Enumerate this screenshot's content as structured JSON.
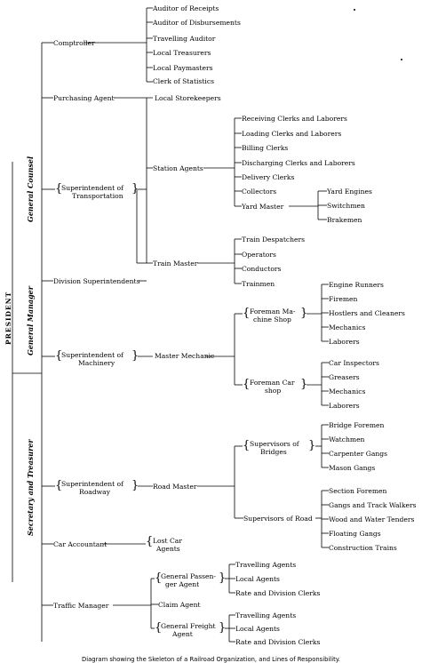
{
  "president": "PRESIDENT",
  "executives": {
    "general_counsel": "General Counsel",
    "general_manager": "General Manager",
    "secretary_treasurer": "Secretary and Treasurer"
  },
  "comptroller": {
    "label": "Comptroller",
    "children": [
      "Auditor of Receipts",
      "Auditor of Disbursements",
      "Travelling Auditor",
      "Local Treasurers",
      "Local Paymasters",
      "Clerk of Statistics"
    ]
  },
  "purchasing": {
    "label": "Purchasing Agent",
    "child": "Local Storekeepers"
  },
  "transportation": {
    "label_1": "Superintendent of",
    "label_2": "Transportation",
    "station_agents": "Station Agents",
    "station_children": [
      "Receiving Clerks and Laborers",
      "Loading Clerks and Laborers",
      "Billing Clerks",
      "Discharging Clerks and Laborers",
      "Delivery Clerks",
      "Collectors",
      "Yard Master"
    ],
    "yard_children": [
      "Yard Engines",
      "Switchmen",
      "Brakemen"
    ],
    "train_master": "Train Master",
    "train_children": [
      "Train Despatchers",
      "Operators",
      "Conductors",
      "Trainmen"
    ]
  },
  "division": "Division Superintendents",
  "machinery": {
    "label_1": "Superintendent of",
    "label_2": "Machinery",
    "master_mechanic": "Master Mechanic",
    "machine_shop_1": "Foreman Ma-",
    "machine_shop_2": "chine Shop",
    "machine_children": [
      "Engine Runners",
      "Firemen",
      "Hostlers and Cleaners",
      "Mechanics",
      "Laborers"
    ],
    "car_shop_1": "Foreman Car",
    "car_shop_2": "shop",
    "car_children": [
      "Car Inspectors",
      "Greasers",
      "Mechanics",
      "Laborers"
    ]
  },
  "roadway": {
    "label_1": "Superintendent of",
    "label_2": "Roadway",
    "road_master": "Road Master",
    "bridges_1": "Supervisors of",
    "bridges_2": "Bridges",
    "bridge_children": [
      "Bridge Foremen",
      "Watchmen",
      "Carpenter Gangs",
      "Mason Gangs"
    ],
    "supervisors_road": "Supervisors of Road",
    "road_children": [
      "Section Foremen",
      "Gangs and Track Walkers",
      "Wood and Water Tenders",
      "Floating Gangs",
      "Construction Trains"
    ]
  },
  "car_accountant": {
    "label": "Car Accountant",
    "child_1": "Lost Car",
    "child_2": "Agents"
  },
  "traffic": {
    "label": "Traffic Manager",
    "gpa_1": "General Passen-",
    "gpa_2": "ger Agent",
    "gpa_children": [
      "Travelling Agents",
      "Local Agents",
      "Rate and Division Clerks"
    ],
    "claim": "Claim Agent",
    "gfa_1": "General Freight",
    "gfa_2": "Agent",
    "gfa_children": [
      "Travelling Agents",
      "Local Agents",
      "Rate and Division Clerks"
    ]
  },
  "caption": "Diagram showing the Skeleton of a Railroad Organization, and Lines of Responsibility."
}
